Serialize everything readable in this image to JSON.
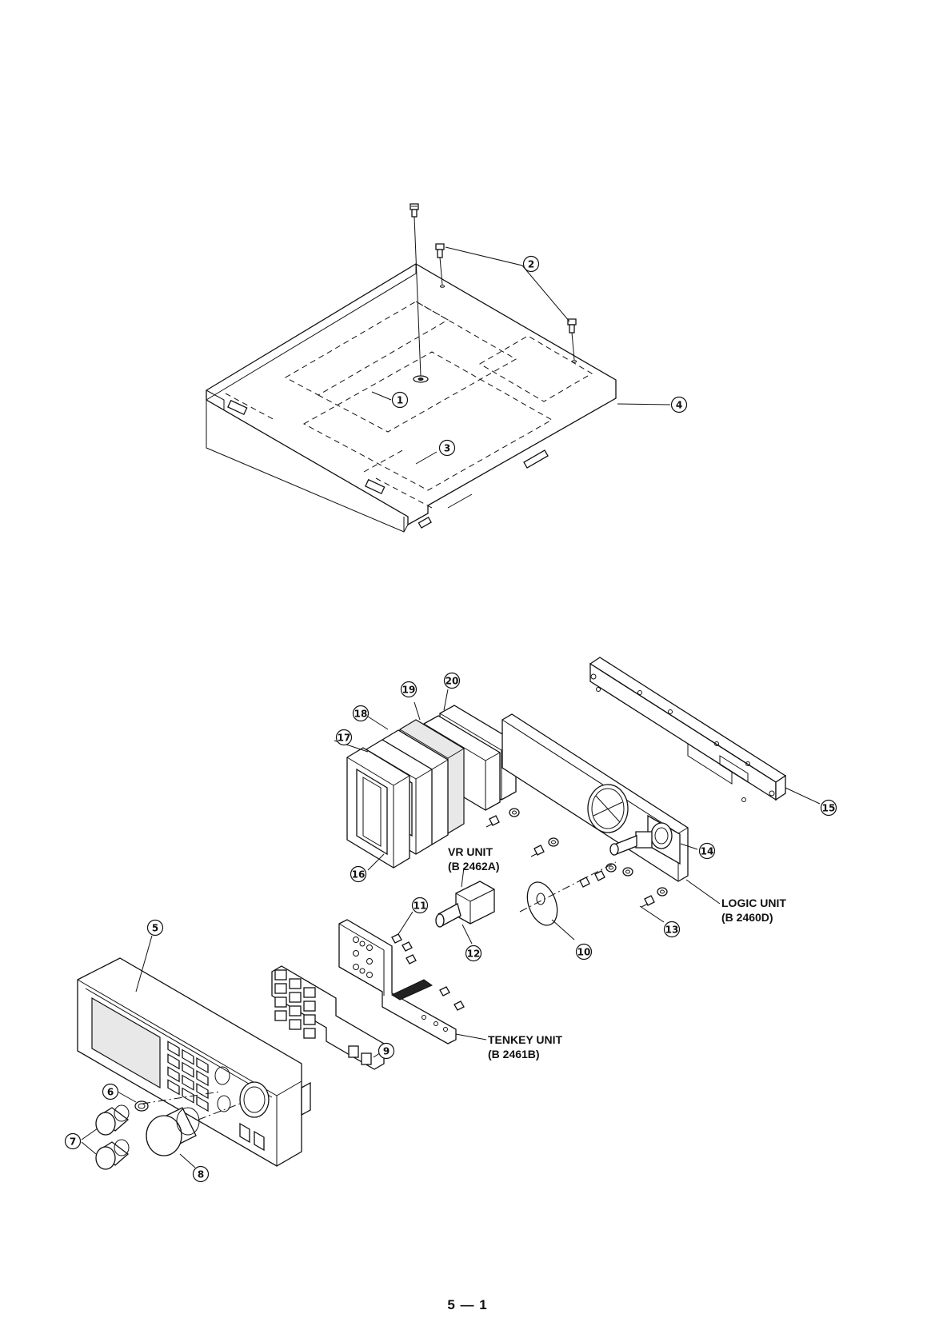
{
  "page": {
    "number": "5 — 1"
  },
  "callouts": {
    "c1": "1",
    "c2": "2",
    "c3": "3",
    "c4": "4",
    "c5": "5",
    "c6": "6",
    "c7": "7",
    "c8": "8",
    "c9": "9",
    "c10": "10",
    "c11": "11",
    "c12": "12",
    "c13": "13",
    "c14": "14",
    "c15": "15",
    "c16": "16",
    "c17": "17",
    "c18": "18",
    "c19": "19",
    "c20": "20"
  },
  "units": {
    "vr": {
      "name": "VR UNIT",
      "code": "(B 2462A)"
    },
    "logic": {
      "name": "LOGIC UNIT",
      "code": "(B 2460D)"
    },
    "tenkey": {
      "name": "TENKEY UNIT",
      "code": "(B 2461B)"
    }
  },
  "colors": {
    "ink": "#111111",
    "paper": "#ffffff"
  }
}
